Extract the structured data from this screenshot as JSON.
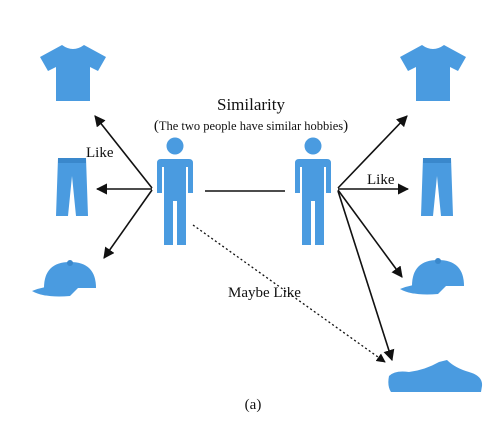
{
  "diagram": {
    "title": "Similarity",
    "subtitle": "The two people have similar hobbies",
    "like_left": "Like",
    "like_right": "Like",
    "maybe_like": "Maybe Like",
    "caption": "(a)"
  },
  "colors": {
    "item_blue": "#4a9be0",
    "arrow": "#111111",
    "person_blue": "#4a9be0"
  },
  "icons": {
    "left_column": [
      "tshirt-icon",
      "pants-icon",
      "cap-icon"
    ],
    "right_column": [
      "tshirt-icon",
      "pants-icon",
      "cap-icon",
      "shoe-icon"
    ],
    "people": [
      "person-icon",
      "person-icon"
    ]
  }
}
